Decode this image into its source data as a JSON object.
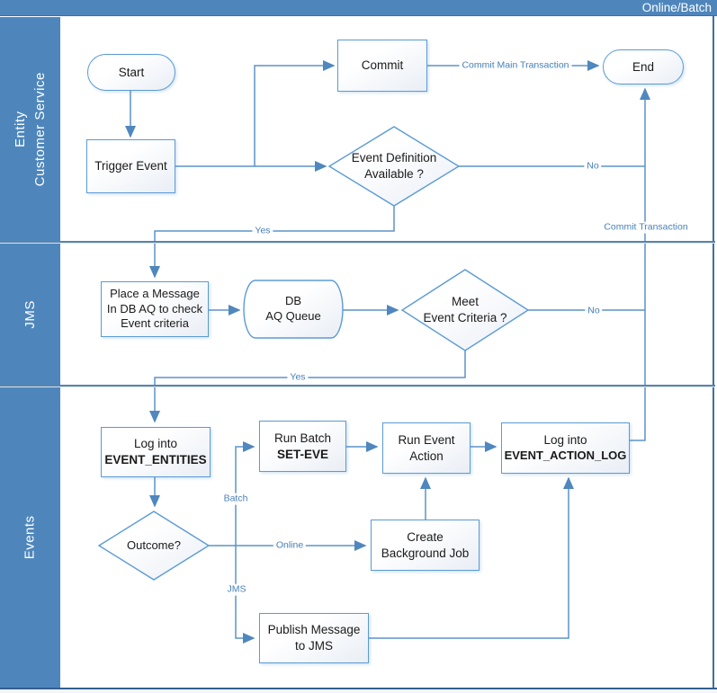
{
  "title": "Online/Batch",
  "lanes": {
    "lane1": {
      "line1": "Entity",
      "line2": "Customer Service"
    },
    "lane2": {
      "label": "JMS"
    },
    "lane3": {
      "label": "Events"
    }
  },
  "nodes": {
    "start": {
      "label": "Start"
    },
    "trigger_event": {
      "label": "Trigger Event"
    },
    "commit": {
      "label": "Commit"
    },
    "event_definition": {
      "line1": "Event Definition",
      "line2": "Available ?"
    },
    "end": {
      "label": "End"
    },
    "place_message": {
      "line1": "Place a Message",
      "line2": "In DB AQ to check",
      "line3": "Event criteria"
    },
    "db_aq_queue": {
      "line1": "DB",
      "line2": "AQ Queue"
    },
    "meet_criteria": {
      "line1": "Meet",
      "line2": "Event Criteria ?"
    },
    "log_event_entities": {
      "line1": "Log into",
      "line2": "EVENT_ENTITIES"
    },
    "run_batch": {
      "line1": "Run Batch",
      "line2": "SET-EVE"
    },
    "run_event_action": {
      "line1": "Run Event",
      "line2": "Action"
    },
    "log_event_action_log": {
      "line1": "Log into",
      "line2": "EVENT_ACTION_LOG"
    },
    "outcome": {
      "label": "Outcome?"
    },
    "create_background_job": {
      "line1": "Create",
      "line2": "Background Job"
    },
    "publish_message": {
      "line1": "Publish Message",
      "line2": "to JMS"
    }
  },
  "edge_labels": {
    "commit_main_transaction": "Commit Main Transaction",
    "commit_transaction": "Commit Transaction",
    "no_event_definition": "No",
    "yes_event_definition": "Yes",
    "no_meet_criteria": "No",
    "yes_meet_criteria": "Yes",
    "batch": "Batch",
    "online": "Online",
    "jms": "JMS"
  },
  "colors": {
    "band_blue": "#4E86BC",
    "shape_border": "#5B9BD5",
    "connector": "#5B93C9",
    "edge_label_text": "#4A82B8",
    "frame_border": "#41719C",
    "divider": "#5B84AC"
  }
}
